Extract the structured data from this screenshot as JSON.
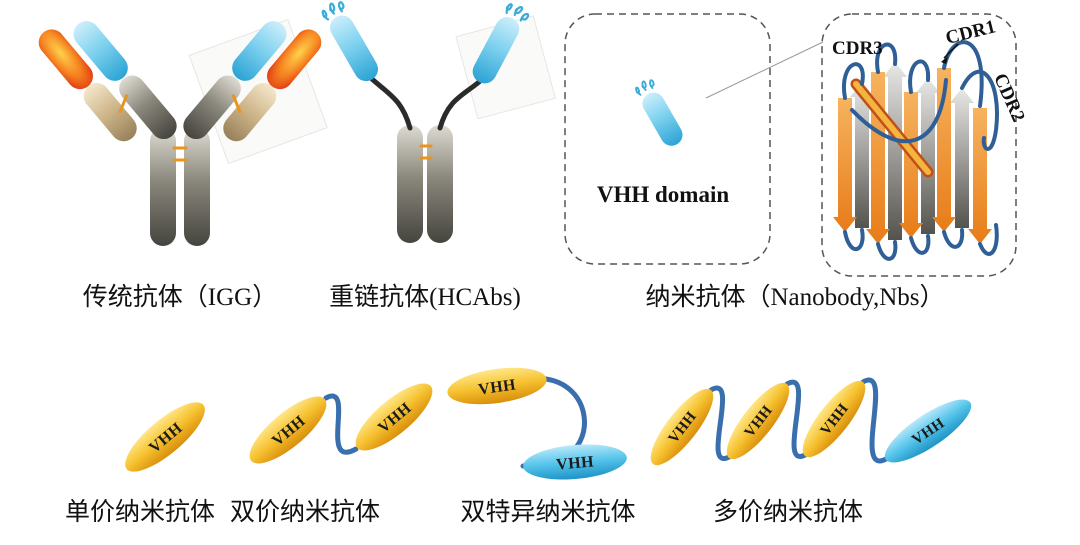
{
  "top": {
    "igg": {
      "caption": "传统抗体（IGG）"
    },
    "hcab": {
      "caption": "重链抗体(HCAbs)"
    },
    "nanobody": {
      "caption": "纳米抗体（Nanobody,Nbs）",
      "vhh_domain": "VHH domain"
    },
    "structure": {
      "cdr1": "CDR1",
      "cdr2": "CDR2",
      "cdr3": "CDR3"
    }
  },
  "bottom": {
    "monovalent": {
      "caption": "单价纳米抗体",
      "units": [
        "VHH"
      ]
    },
    "bivalent": {
      "caption": "双价纳米抗体",
      "units": [
        "VHH",
        "VHH"
      ]
    },
    "bispecific": {
      "caption": "双特异纳米抗体",
      "units": [
        "VHH",
        "VHH"
      ]
    },
    "multivalent": {
      "caption": "多价纳米抗体",
      "units": [
        "VHH",
        "VHH",
        "VHH",
        "VHH"
      ]
    }
  },
  "colors": {
    "vhh_yellow": "#f0b21c",
    "vhh_blue": "#3fb3dd",
    "linker_blue": "#3a6fae",
    "green_label": "#55982f",
    "strand_orange": "#ef8a22",
    "heavy_chain_gray": "#6b685e",
    "light_chain_tan": "#cdb489",
    "variable_red": "#dd2d12"
  }
}
